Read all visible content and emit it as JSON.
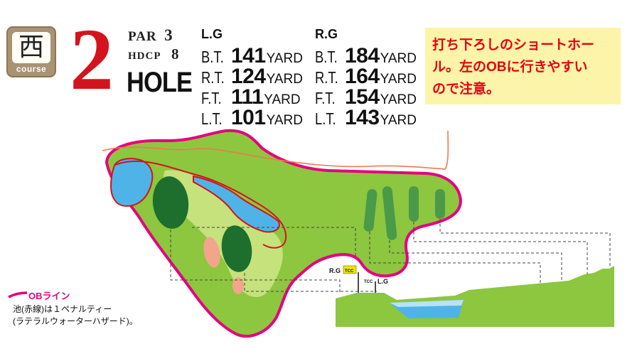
{
  "badge": {
    "kanji": "西",
    "label": "course"
  },
  "hole": {
    "number": "2",
    "par_label": "PAR",
    "par_value": "3",
    "hdcp_label": "HDCP",
    "hdcp_value": "8",
    "word": "HOLE"
  },
  "greens": [
    {
      "name": "L.G",
      "rows": [
        {
          "tee": "B.T.",
          "yards": "141",
          "unit": "YARD"
        },
        {
          "tee": "R.T.",
          "yards": "124",
          "unit": "YARD"
        },
        {
          "tee": "F.T.",
          "yards": "111",
          "unit": "YARD"
        },
        {
          "tee": "L.T.",
          "yards": "101",
          "unit": "YARD"
        }
      ]
    },
    {
      "name": "R.G",
      "rows": [
        {
          "tee": "B.T.",
          "yards": "184",
          "unit": "YARD"
        },
        {
          "tee": "R.T.",
          "yards": "164",
          "unit": "YARD"
        },
        {
          "tee": "F.T.",
          "yards": "154",
          "unit": "YARD"
        },
        {
          "tee": "L.T.",
          "yards": "143",
          "unit": "YARD"
        }
      ]
    }
  ],
  "note": {
    "lines": [
      "打ち下ろしのショートホー",
      "ル。左のOBに行きやすい",
      "ので注意。"
    ]
  },
  "legend": {
    "title": "OBライン",
    "lines": [
      "池(赤線)は１ペナルティー",
      "(ラテラルウォーターハザード)。"
    ]
  },
  "profile_labels": {
    "rg": "R.G",
    "lg": "L.G",
    "tcc1": "TCC",
    "tcc2": "TCC"
  },
  "colors": {
    "hole_red": "#d4141c",
    "ob_line": "#e4007f",
    "fairway": "#8dc63f",
    "green": "#1e6f2d",
    "water": "#4fb3e8",
    "note_bg": "#fcf4a8",
    "note_text": "#e60012"
  }
}
